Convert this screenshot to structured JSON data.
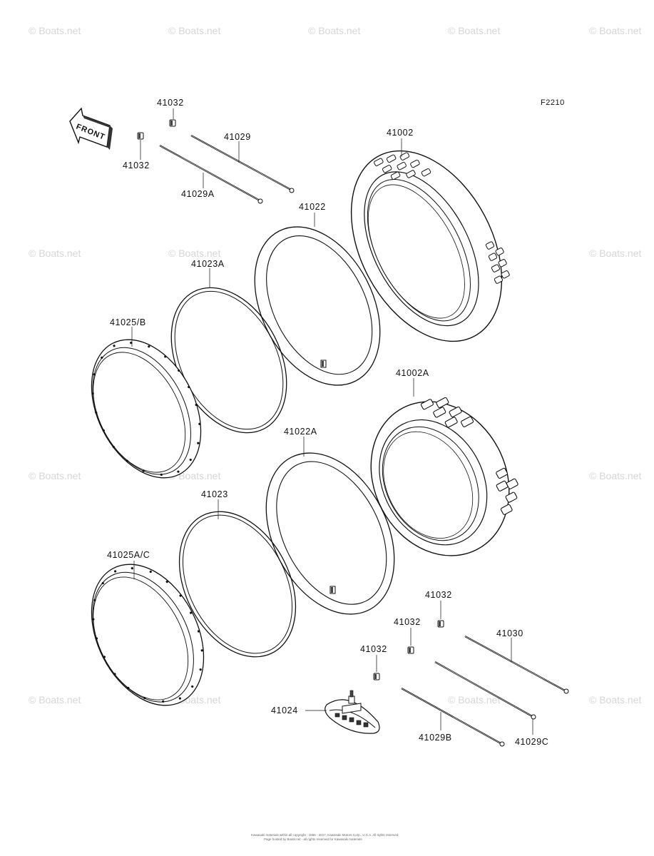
{
  "figure_code": "F2210",
  "front_label": "FRONT",
  "watermark": "© Boats.net",
  "footer": {
    "line1": "Kawasaki materials within all copyright - 1965 - 2017, Kawasaki Motors Corp., U.S.A. All rights reserved.",
    "line2": "Page hosted by Boats.net - all rights reserved for Kawasaki materials"
  },
  "parts": [
    {
      "id": "41032",
      "label": "41032"
    },
    {
      "id": "41032b",
      "label": "41032"
    },
    {
      "id": "41029",
      "label": "41029"
    },
    {
      "id": "41029A",
      "label": "41029A"
    },
    {
      "id": "41002",
      "label": "41002"
    },
    {
      "id": "41022",
      "label": "41022"
    },
    {
      "id": "41023A",
      "label": "41023A"
    },
    {
      "id": "41025B",
      "label": "41025/B"
    },
    {
      "id": "41002A",
      "label": "41002A"
    },
    {
      "id": "41022A",
      "label": "41022A"
    },
    {
      "id": "41023",
      "label": "41023"
    },
    {
      "id": "41025AC",
      "label": "41025A/C"
    },
    {
      "id": "41032c",
      "label": "41032"
    },
    {
      "id": "41032d",
      "label": "41032"
    },
    {
      "id": "41032e",
      "label": "41032"
    },
    {
      "id": "41030",
      "label": "41030"
    },
    {
      "id": "41024",
      "label": "41024"
    },
    {
      "id": "41029B",
      "label": "41029B"
    },
    {
      "id": "41029C",
      "label": "41029C"
    }
  ]
}
